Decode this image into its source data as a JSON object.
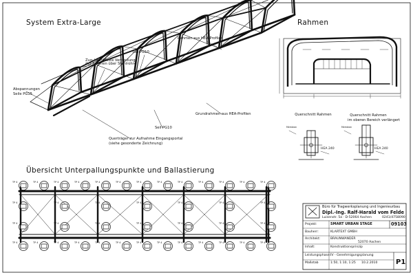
{
  "colors": {
    "ink": "#111111",
    "paper": "#ffffff"
  },
  "titles": {
    "main": "System Extra-Large",
    "frame": "Rahmen",
    "overview": "Übersicht Unterpallungspunkte und Ballastierung"
  },
  "annotations": {
    "hea_top": "Rahmen aus HEA-Profilen",
    "zug": "Zug-/druckfeste Verbindung\nder Rahmen über Stahlrohre",
    "seil_top": "Seil PG10",
    "abspannungen": "Abspannungen\nSeile PG15",
    "grundrahmen": "Grundrahmen aus HEA-Profilen",
    "seil_bottom": "Seil PG10",
    "quertraeger": "Querträger zur Aufnahme Eingangsportal\n(siehe gesonderte Zeichnung)"
  },
  "sections": {
    "left_title": "Querschnitt Rahmen",
    "right_title": "Querschnitt Rahmen\nim oberen Bereich verlängert",
    "left_profile": "HEA 240",
    "right_profile": "HEA 240"
  },
  "ballast_label": "TP 4",
  "title_block": {
    "office1": "Büro für Tragwerksplanung und Ingenieurbau",
    "office2": "Dipl.-Ing. Ralf-Harald vom Felde",
    "address": "Luisenstr. 5a · D-52064 Aachen",
    "phone": "0241/4758090",
    "project_label": "Projekt:",
    "project_value": "SMART URBAN STAGE",
    "project_no": "09103",
    "client_label": "Bauherr:",
    "client_value": "KLARTEXT GMBH",
    "architect_label": "Architekt:",
    "architect_value": "BRAUNWANDER",
    "city": "52070 Aachen",
    "content_label": "Inhalt:",
    "content_value": "Konstruktionsprinzip",
    "plan_label": "Leistungsphase:",
    "plan_value": "IV - Genehmigungsplanung",
    "scale_label": "Maßstab",
    "scale_value": "1:50, 1:10, 1:25",
    "date_value": "10.2.2010",
    "sheet": "P1"
  }
}
